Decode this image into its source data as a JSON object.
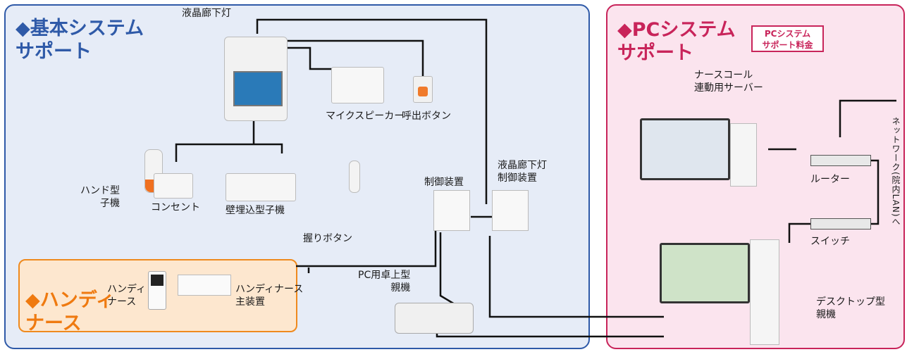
{
  "headings": {
    "basic": "◆基本システム\nサポート",
    "pc": "◆PCシステム\nサポート",
    "pc_fee": "PCシステム\nサポート料金",
    "handy": "◆ハンディ\nナース"
  },
  "labels": {
    "lcd_corridor_light": "液晶廊下灯",
    "mic_speaker": "マイクスピーカー",
    "call_button": "呼出ボタン",
    "hand_handset": "ハンド型\n子機",
    "outlet": "コンセント",
    "wall_handset": "壁埋込型子機",
    "grip_button": "握りボタン",
    "controller": "制御装置",
    "lcd_light_controller": "液晶廊下灯\n制御装置",
    "handy_nurse": "ハンディ\nナース",
    "handy_main_unit": "ハンディナース\n主装置",
    "pc_desktop_master": "PC用卓上型\n親機",
    "nurse_call_server": "ナースコール\n連動用サーバー",
    "router": "ルーター",
    "switch": "スイッチ",
    "desktop_master": "デスクトップ型\n親機",
    "network": "ネットワーク(院内LAN)へ"
  },
  "colors": {
    "basic_border": "#2f5aa8",
    "basic_fill": "#e6ecf7",
    "pc_border": "#c8245a",
    "pc_fill": "#fbe4ee",
    "handy_border": "#ef8a1e",
    "handy_fill": "#fde7cf",
    "wire": "#111111"
  }
}
